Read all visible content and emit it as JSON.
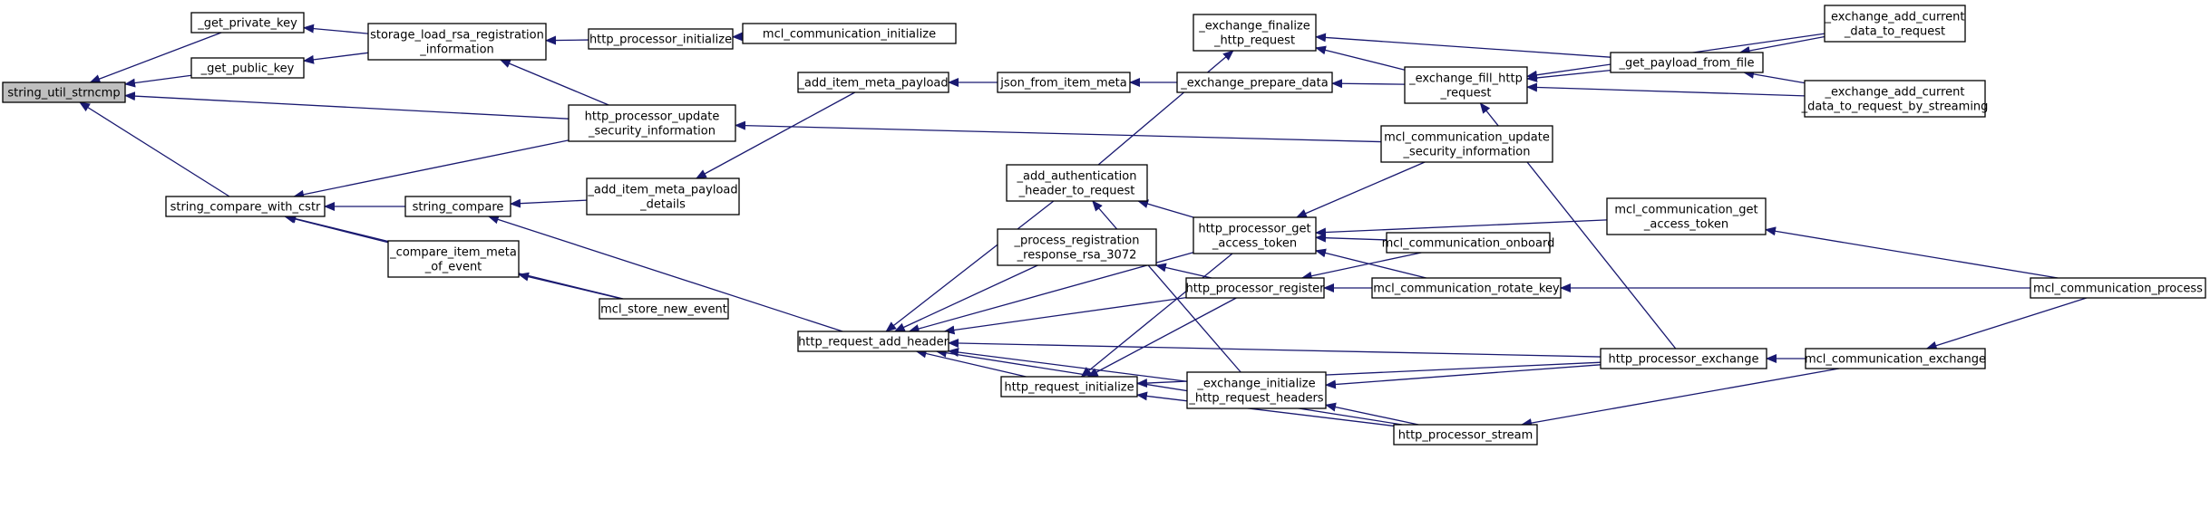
{
  "diagram": {
    "type": "call-graph",
    "nodes": [
      {
        "id": "string_util_strncmp",
        "lines": [
          "string_util_strncmp"
        ],
        "root": true
      },
      {
        "id": "_get_private_key",
        "lines": [
          "_get_private_key"
        ]
      },
      {
        "id": "_get_public_key",
        "lines": [
          "_get_public_key"
        ]
      },
      {
        "id": "string_compare_with_cstr",
        "lines": [
          "string_compare_with_cstr"
        ]
      },
      {
        "id": "storage_load_rsa",
        "lines": [
          "storage_load_rsa_registration",
          "_information"
        ]
      },
      {
        "id": "http_processor_update_security",
        "lines": [
          "http_processor_update",
          "_security_information"
        ]
      },
      {
        "id": "string_compare",
        "lines": [
          "string_compare"
        ]
      },
      {
        "id": "_compare_item_meta",
        "lines": [
          "_compare_item_meta",
          "_of_event"
        ]
      },
      {
        "id": "http_processor_initialize",
        "lines": [
          "http_processor_initialize"
        ]
      },
      {
        "id": "mcl_communication_initialize",
        "lines": [
          "mcl_communication_initialize"
        ]
      },
      {
        "id": "_add_item_meta_payload_details",
        "lines": [
          "_add_item_meta_payload",
          "_details"
        ]
      },
      {
        "id": "mcl_store_new_event",
        "lines": [
          "mcl_store_new_event"
        ]
      },
      {
        "id": "_add_item_meta_payload",
        "lines": [
          "_add_item_meta_payload"
        ]
      },
      {
        "id": "json_from_item_meta",
        "lines": [
          "json_from_item_meta"
        ]
      },
      {
        "id": "http_request_add_header",
        "lines": [
          "http_request_add_header"
        ]
      },
      {
        "id": "_add_authentication_header",
        "lines": [
          "_add_authentication",
          "_header_to_request"
        ]
      },
      {
        "id": "_process_registration_response",
        "lines": [
          "_process_registration",
          "_response_rsa_3072"
        ]
      },
      {
        "id": "http_request_initialize",
        "lines": [
          "http_request_initialize"
        ]
      },
      {
        "id": "_exchange_finalize_http_request",
        "lines": [
          "_exchange_finalize",
          "_http_request"
        ]
      },
      {
        "id": "_exchange_prepare_data",
        "lines": [
          "_exchange_prepare_data"
        ]
      },
      {
        "id": "http_processor_get_access_token",
        "lines": [
          "http_processor_get",
          "_access_token"
        ]
      },
      {
        "id": "http_processor_register",
        "lines": [
          "http_processor_register"
        ]
      },
      {
        "id": "_exchange_initialize_http_request_headers",
        "lines": [
          "_exchange_initialize",
          "_http_request_headers"
        ]
      },
      {
        "id": "_exchange_fill_http_request",
        "lines": [
          "_exchange_fill_http",
          "_request"
        ]
      },
      {
        "id": "mcl_communication_update_security",
        "lines": [
          "mcl_communication_update",
          "_security_information"
        ]
      },
      {
        "id": "mcl_communication_onboard",
        "lines": [
          "mcl_communication_onboard"
        ]
      },
      {
        "id": "mcl_communication_rotate_key",
        "lines": [
          "mcl_communication_rotate_key"
        ]
      },
      {
        "id": "http_processor_stream",
        "lines": [
          "http_processor_stream"
        ]
      },
      {
        "id": "_get_payload_from_file",
        "lines": [
          "_get_payload_from_file"
        ]
      },
      {
        "id": "http_processor_exchange",
        "lines": [
          "http_processor_exchange"
        ]
      },
      {
        "id": "mcl_communication_get_access_token",
        "lines": [
          "mcl_communication_get",
          "_access_token"
        ]
      },
      {
        "id": "_exchange_add_current_data_to_request",
        "lines": [
          "_exchange_add_current",
          "_data_to_request"
        ]
      },
      {
        "id": "_exchange_add_current_data_streaming",
        "lines": [
          "_exchange_add_current",
          "_data_to_request_by_streaming"
        ]
      },
      {
        "id": "mcl_communication_exchange",
        "lines": [
          "mcl_communication_exchange"
        ]
      },
      {
        "id": "mcl_communication_process",
        "lines": [
          "mcl_communication_process"
        ]
      }
    ],
    "edges": [
      [
        "_get_private_key",
        "string_util_strncmp"
      ],
      [
        "_get_public_key",
        "string_util_strncmp"
      ],
      [
        "http_processor_update_security",
        "string_util_strncmp"
      ],
      [
        "string_compare_with_cstr",
        "string_util_strncmp"
      ],
      [
        "storage_load_rsa",
        "_get_private_key"
      ],
      [
        "storage_load_rsa",
        "_get_public_key"
      ],
      [
        "http_processor_update_security",
        "storage_load_rsa"
      ],
      [
        "http_processor_initialize",
        "storage_load_rsa"
      ],
      [
        "mcl_communication_initialize",
        "http_processor_initialize"
      ],
      [
        "http_processor_update_security",
        "string_compare_with_cstr"
      ],
      [
        "string_compare",
        "string_compare_with_cstr"
      ],
      [
        "_compare_item_meta",
        "string_compare_with_cstr"
      ],
      [
        "mcl_store_new_event",
        "string_compare_with_cstr"
      ],
      [
        "mcl_store_new_event",
        "_compare_item_meta"
      ],
      [
        "_add_item_meta_payload_details",
        "string_compare"
      ],
      [
        "http_request_add_header",
        "string_compare"
      ],
      [
        "_add_item_meta_payload",
        "_add_item_meta_payload_details"
      ],
      [
        "json_from_item_meta",
        "_add_item_meta_payload"
      ],
      [
        "_exchange_prepare_data",
        "json_from_item_meta"
      ],
      [
        "mcl_communication_update_security",
        "http_processor_update_security"
      ],
      [
        "_add_authentication_header",
        "_exchange_finalize_http_request"
      ],
      [
        "_exchange_fill_http_request",
        "_exchange_finalize_http_request"
      ],
      [
        "_get_payload_from_file",
        "_exchange_finalize_http_request"
      ],
      [
        "_exchange_fill_http_request",
        "_exchange_prepare_data"
      ],
      [
        "_get_payload_from_file",
        "_exchange_fill_http_request"
      ],
      [
        "_exchange_add_current_data_to_request",
        "_get_payload_from_file"
      ],
      [
        "_exchange_add_current_data_streaming",
        "_get_payload_from_file"
      ],
      [
        "_exchange_add_current_data_to_request",
        "_exchange_fill_http_request"
      ],
      [
        "_exchange_add_current_data_streaming",
        "_exchange_fill_http_request"
      ],
      [
        "http_processor_exchange",
        "_exchange_fill_http_request"
      ],
      [
        "_add_authentication_header",
        "http_request_add_header"
      ],
      [
        "_process_registration_response",
        "http_request_add_header"
      ],
      [
        "http_request_initialize",
        "http_request_add_header"
      ],
      [
        "http_processor_get_access_token",
        "http_request_add_header"
      ],
      [
        "http_processor_register",
        "http_request_add_header"
      ],
      [
        "_exchange_initialize_http_request_headers",
        "http_request_add_header"
      ],
      [
        "http_processor_stream",
        "http_request_add_header"
      ],
      [
        "http_processor_exchange",
        "http_request_add_header"
      ],
      [
        "http_processor_get_access_token",
        "_add_authentication_header"
      ],
      [
        "_exchange_initialize_http_request_headers",
        "_add_authentication_header"
      ],
      [
        "http_processor_register",
        "_process_registration_response"
      ],
      [
        "http_processor_get_access_token",
        "http_request_initialize"
      ],
      [
        "http_processor_register",
        "http_request_initialize"
      ],
      [
        "http_processor_exchange",
        "http_request_initialize"
      ],
      [
        "http_processor_stream",
        "http_request_initialize"
      ],
      [
        "mcl_communication_update_security",
        "http_processor_get_access_token"
      ],
      [
        "mcl_communication_get_access_token",
        "http_processor_get_access_token"
      ],
      [
        "mcl_communication_onboard",
        "http_processor_get_access_token"
      ],
      [
        "mcl_communication_rotate_key",
        "http_processor_get_access_token"
      ],
      [
        "mcl_communication_onboard",
        "http_processor_register"
      ],
      [
        "mcl_communication_rotate_key",
        "http_processor_register"
      ],
      [
        "http_processor_exchange",
        "_exchange_initialize_http_request_headers"
      ],
      [
        "http_processor_stream",
        "_exchange_initialize_http_request_headers"
      ],
      [
        "mcl_communication_process",
        "mcl_communication_get_access_token"
      ],
      [
        "mcl_communication_process",
        "mcl_communication_rotate_key"
      ],
      [
        "mcl_communication_exchange",
        "http_processor_exchange"
      ],
      [
        "mcl_communication_exchange",
        "http_processor_stream"
      ],
      [
        "mcl_communication_process",
        "mcl_communication_exchange"
      ]
    ]
  }
}
